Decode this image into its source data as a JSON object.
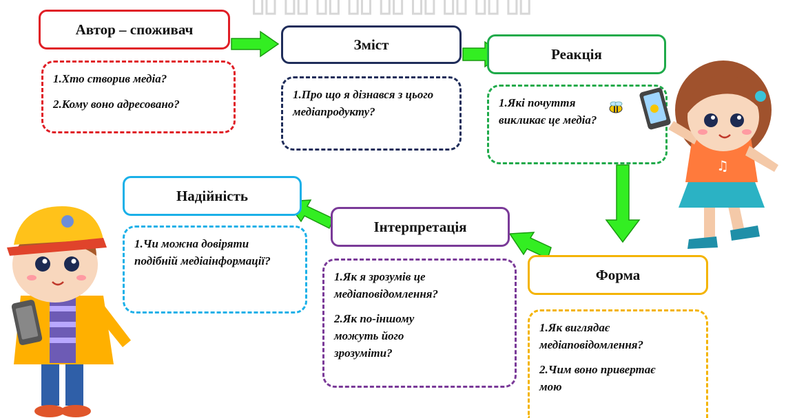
{
  "nodes": {
    "author": {
      "title": "Автор – споживач",
      "questions": [
        "1.Хто створив медіа?",
        "2.Кому воно адресовано?"
      ],
      "color": "#e01e26"
    },
    "content": {
      "title": "Зміст",
      "questions": [
        "1.Про що я дізнався з цього медіапродукту?"
      ],
      "color": "#1f2d5a"
    },
    "reaction": {
      "title": "Реакція",
      "questions": [
        "1.Які почуття викликає це медіа?"
      ],
      "color": "#1faa4a"
    },
    "form": {
      "title": "Форма",
      "questions": [
        "1.Як виглядає медіаповідомлення?",
        "2.Чим воно привертає мою"
      ],
      "color": "#f4b400"
    },
    "interpretation": {
      "title": "Інтерпретація",
      "questions": [
        "1.Як я зрозумів це медіаповідомлення?",
        "2.Як по-іншому можуть його зрозуміти?"
      ],
      "color": "#7a3a98"
    },
    "reliability": {
      "title": "Надійність",
      "questions": [
        "1.Чи можна довіряти подібній медіаінформації?"
      ],
      "color": "#1ab0e8"
    }
  },
  "arrow_color": "#33ee22",
  "icons": [
    "girl-illustration",
    "boy-illustration",
    "phone-icon",
    "bee-icon",
    "music-note-icon"
  ]
}
